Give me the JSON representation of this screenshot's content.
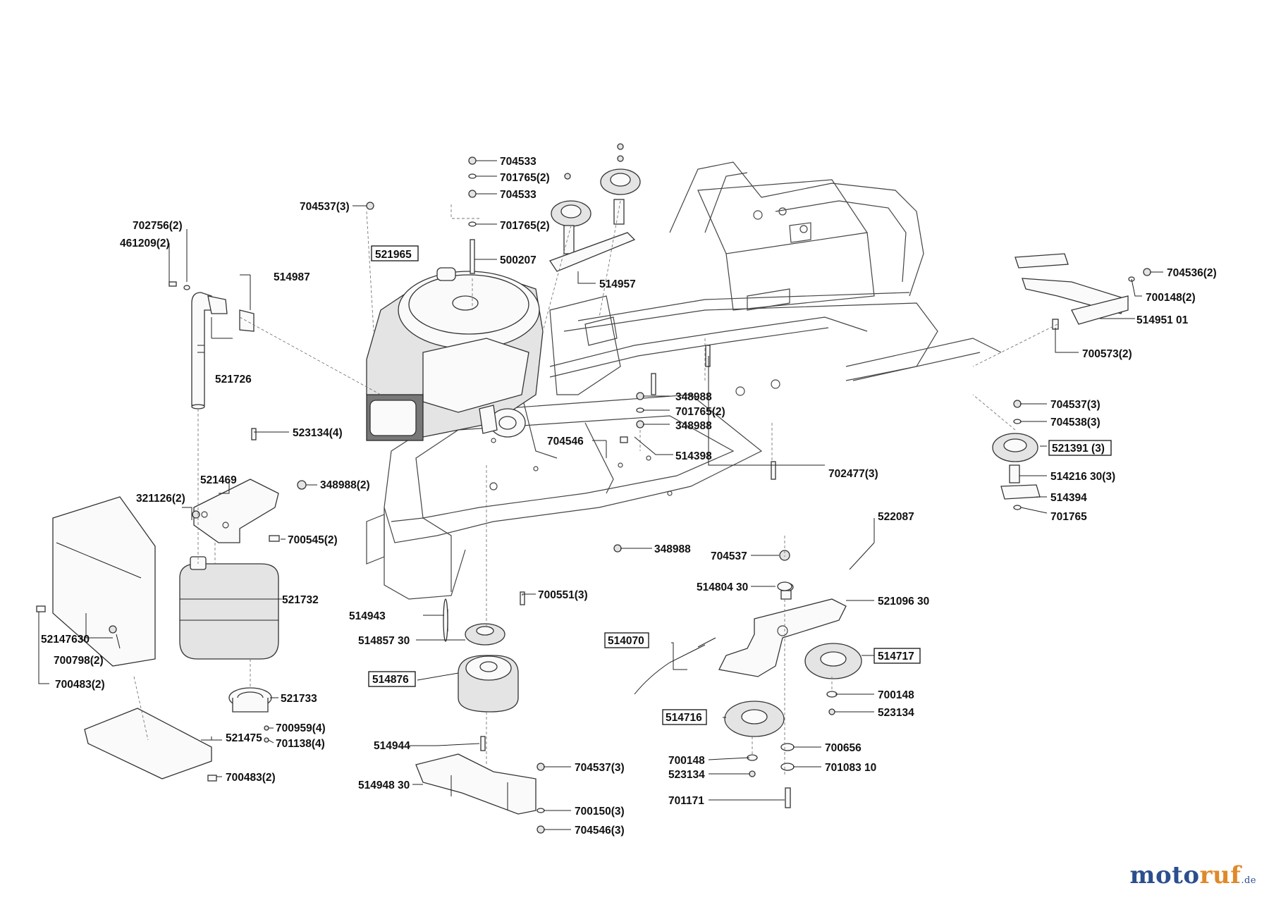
{
  "labels": [
    {
      "id": "l1",
      "text": "704533"
    },
    {
      "id": "l2",
      "text": "701765(2)"
    },
    {
      "id": "l3",
      "text": "704533"
    },
    {
      "id": "l4",
      "text": "704537(3)"
    },
    {
      "id": "l5",
      "text": "701765(2)"
    },
    {
      "id": "l6",
      "text": "702756(2)"
    },
    {
      "id": "l7",
      "text": "461209(2)"
    },
    {
      "id": "l8",
      "text": "521965"
    },
    {
      "id": "l9",
      "text": "500207"
    },
    {
      "id": "l10",
      "text": "514987"
    },
    {
      "id": "l11",
      "text": "514957"
    },
    {
      "id": "l12",
      "text": "704536(2)"
    },
    {
      "id": "l13",
      "text": "700148(2)"
    },
    {
      "id": "l14",
      "text": "514951 01"
    },
    {
      "id": "l15",
      "text": "700573(2)"
    },
    {
      "id": "l16",
      "text": "521726"
    },
    {
      "id": "l17",
      "text": "348988"
    },
    {
      "id": "l18",
      "text": "701765(2)"
    },
    {
      "id": "l19",
      "text": "348988"
    },
    {
      "id": "l20",
      "text": "704537(3)"
    },
    {
      "id": "l21",
      "text": "704538(3)"
    },
    {
      "id": "l22",
      "text": "523134(4)"
    },
    {
      "id": "l23",
      "text": "704546"
    },
    {
      "id": "l24",
      "text": "514398"
    },
    {
      "id": "l25",
      "text": "521391 (3)"
    },
    {
      "id": "l26",
      "text": "702477(3)"
    },
    {
      "id": "l27",
      "text": "514216 30(3)"
    },
    {
      "id": "l28",
      "text": "521469"
    },
    {
      "id": "l29",
      "text": "348988(2)"
    },
    {
      "id": "l30",
      "text": "514394"
    },
    {
      "id": "l31",
      "text": "321126(2)"
    },
    {
      "id": "l32",
      "text": "701765"
    },
    {
      "id": "l33",
      "text": "522087"
    },
    {
      "id": "l34",
      "text": "700545(2)"
    },
    {
      "id": "l35",
      "text": "348988"
    },
    {
      "id": "l36",
      "text": "704537"
    },
    {
      "id": "l37",
      "text": "514804 30"
    },
    {
      "id": "l38",
      "text": "700551(3)"
    },
    {
      "id": "l39",
      "text": "521732"
    },
    {
      "id": "l40",
      "text": "521096 30"
    },
    {
      "id": "l41",
      "text": "514943"
    },
    {
      "id": "l42",
      "text": "52147630"
    },
    {
      "id": "l43",
      "text": "514857 30"
    },
    {
      "id": "l44",
      "text": "514070"
    },
    {
      "id": "l45",
      "text": "700798(2)"
    },
    {
      "id": "l46",
      "text": "514717"
    },
    {
      "id": "l47",
      "text": "514876"
    },
    {
      "id": "l48",
      "text": "700483(2)"
    },
    {
      "id": "l49",
      "text": "521733"
    },
    {
      "id": "l50",
      "text": "700148"
    },
    {
      "id": "l51",
      "text": "523134"
    },
    {
      "id": "l52",
      "text": "514716"
    },
    {
      "id": "l53",
      "text": "700959(4)"
    },
    {
      "id": "l54",
      "text": "521475"
    },
    {
      "id": "l55",
      "text": "701138(4)"
    },
    {
      "id": "l56",
      "text": "514944"
    },
    {
      "id": "l57",
      "text": "700656"
    },
    {
      "id": "l58",
      "text": "700148"
    },
    {
      "id": "l59",
      "text": "701083 10"
    },
    {
      "id": "l60",
      "text": "523134"
    },
    {
      "id": "l61",
      "text": "704537(3)"
    },
    {
      "id": "l62",
      "text": "700483(2)"
    },
    {
      "id": "l63",
      "text": "514948 30"
    },
    {
      "id": "l64",
      "text": "701171"
    },
    {
      "id": "l65",
      "text": "700150(3)"
    },
    {
      "id": "l66",
      "text": "704546(3)"
    }
  ],
  "logo": {
    "part1": "moto",
    "part2": "ruf",
    "suffix": ".de"
  }
}
